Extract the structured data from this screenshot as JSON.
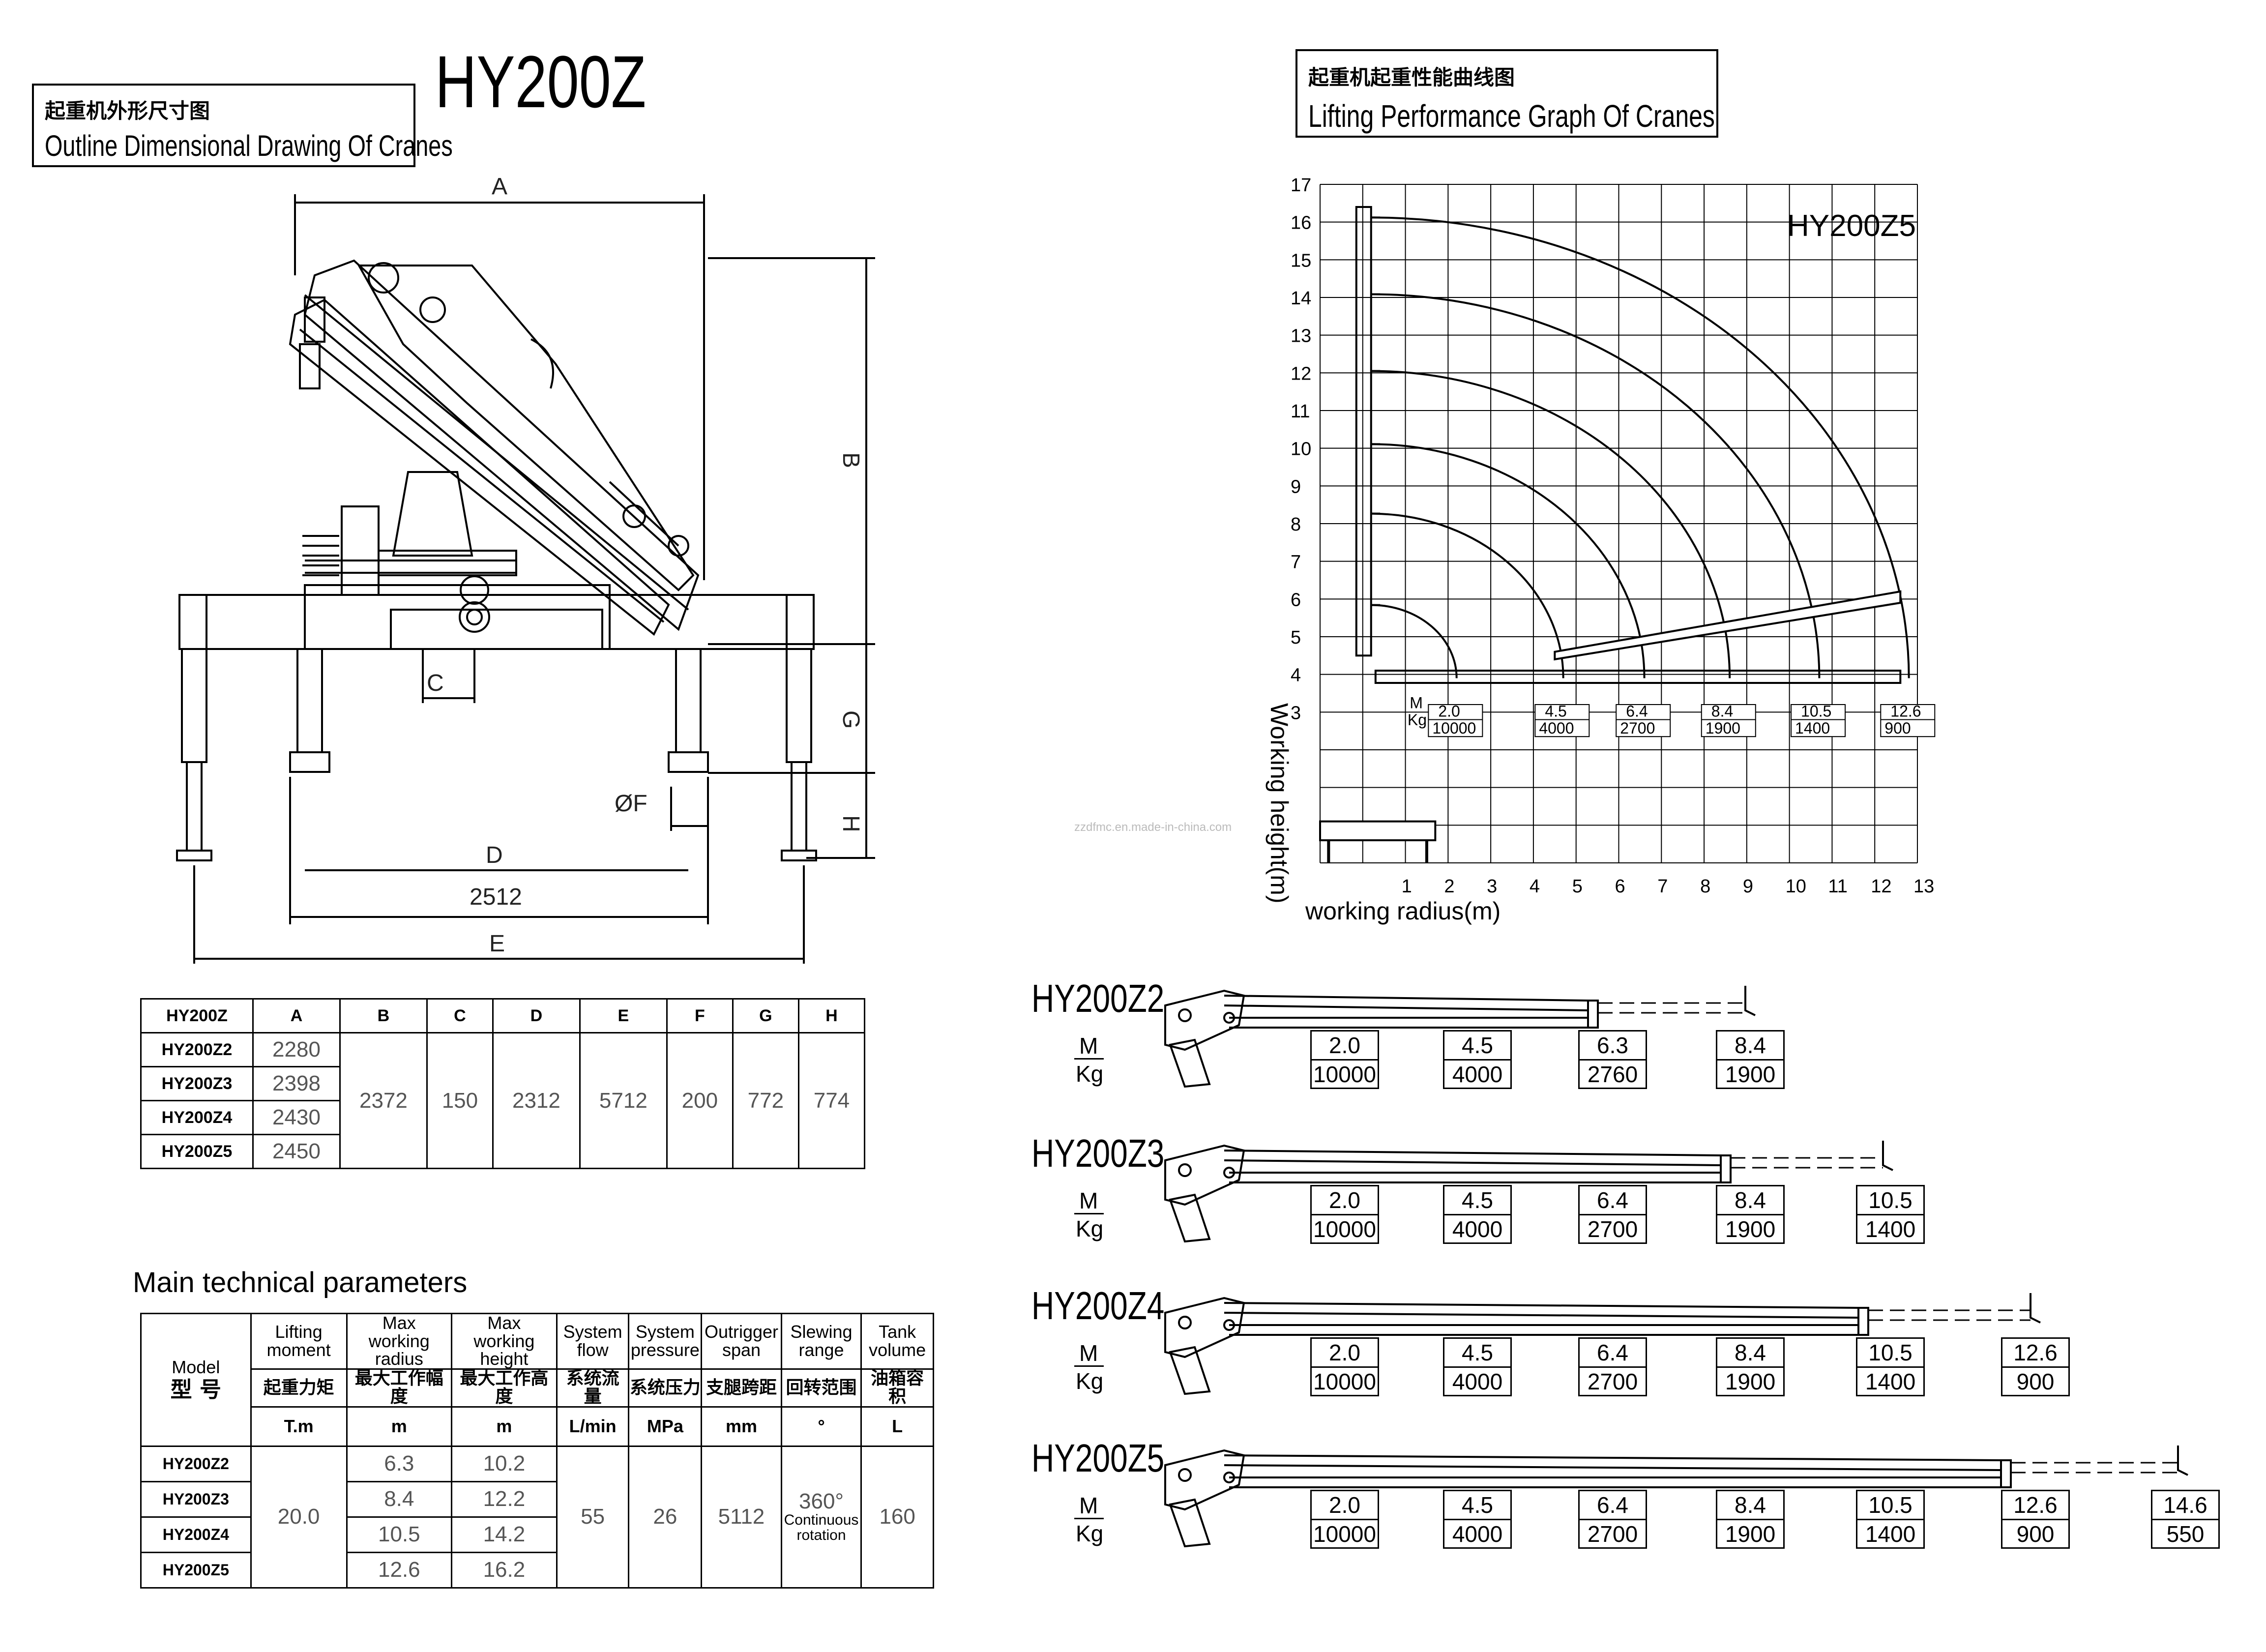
{
  "title": "HY200Z",
  "outline": {
    "label_cn": "起重机外形尺寸图",
    "label_en": "Outline Dimensional Drawing Of Cranes",
    "dims": {
      "A": "A",
      "B": "B",
      "C": "C",
      "D": "D",
      "E": "E",
      "F": "ØF",
      "G": "G",
      "H": "H",
      "span": "2512"
    }
  },
  "perf": {
    "label_cn": "起重机起重性能曲线图",
    "label_en": "Lifting Performance Graph Of Cranes",
    "model": "HY200Z5",
    "ylabel": "Working height(m)",
    "xlabel": "working radius(m)",
    "watermark": "zzdfmc.en.made-in-china.com"
  },
  "chart_data": {
    "type": "line",
    "title": "HY200Z5",
    "xlabel": "working radius(m)",
    "ylabel": "Working height(m)",
    "x_ticks": [
      "1",
      "2",
      "3",
      "4",
      "5",
      "6",
      "7",
      "8",
      "9",
      "10",
      "11",
      "12",
      "13"
    ],
    "y_ticks": [
      "3",
      "4",
      "5",
      "6",
      "7",
      "8",
      "9",
      "10",
      "11",
      "12",
      "13",
      "14",
      "15",
      "16",
      "17"
    ],
    "xlim": [
      -1,
      13
    ],
    "ylim": [
      -1,
      17
    ],
    "grid": true,
    "arc_radii": [
      2.0,
      4.5,
      6.4,
      8.4,
      10.5,
      12.6
    ],
    "capacity": {
      "units": [
        "M",
        "Kg"
      ],
      "radius_m": [
        2.0,
        4.5,
        6.4,
        8.4,
        10.5,
        12.6
      ],
      "load_kg": [
        10000,
        4000,
        2700,
        1900,
        1400,
        900
      ]
    }
  },
  "dim_table": {
    "headers": [
      "HY200Z",
      "A",
      "B",
      "C",
      "D",
      "E",
      "F",
      "G",
      "H"
    ],
    "models": [
      "HY200Z2",
      "HY200Z3",
      "HY200Z4",
      "HY200Z5"
    ],
    "A": [
      "2280",
      "2398",
      "2430",
      "2450"
    ],
    "shared": [
      "2372",
      "150",
      "2312",
      "5712",
      "200",
      "772",
      "774"
    ]
  },
  "params": {
    "title": "Main technical parameters",
    "model_en": "Model",
    "model_cn": "型 号",
    "columns": [
      {
        "en": [
          "Lifting",
          "moment"
        ],
        "cn": "起重力矩",
        "unit": "T.m"
      },
      {
        "en": [
          "Max",
          "working radius"
        ],
        "cn": "最大工作幅度",
        "unit": "m"
      },
      {
        "en": [
          "Max",
          "working height"
        ],
        "cn": "最大工作高度",
        "unit": "m"
      },
      {
        "en": [
          "System",
          "flow"
        ],
        "cn": "系统流量",
        "unit": "L/min"
      },
      {
        "en": [
          "System",
          "pressure"
        ],
        "cn": "系统压力",
        "unit": "MPa"
      },
      {
        "en": [
          "Outrigger",
          "span"
        ],
        "cn": "支腿跨距",
        "unit": "mm"
      },
      {
        "en": [
          "Slewing",
          "range"
        ],
        "cn": "回转范围",
        "unit": "°"
      },
      {
        "en": [
          "Tank",
          "volume"
        ],
        "cn": "油箱容积",
        "unit": "L"
      }
    ],
    "models": [
      "HY200Z2",
      "HY200Z3",
      "HY200Z4",
      "HY200Z5"
    ],
    "max_radius": [
      "6.3",
      "8.4",
      "10.5",
      "12.6"
    ],
    "max_height": [
      "10.2",
      "12.2",
      "14.2",
      "16.2"
    ],
    "lifting_moment": "20.0",
    "flow": "55",
    "pressure": "26",
    "span": "5112",
    "slewing": "360°",
    "slewing_note": [
      "Continuous",
      "rotation"
    ],
    "tank": "160"
  },
  "capacity_rows": [
    {
      "model": "HY200Z2",
      "radius": [
        "2.0",
        "4.5",
        "6.3",
        "8.4"
      ],
      "load": [
        "10000",
        "4000",
        "2760",
        "1900"
      ]
    },
    {
      "model": "HY200Z3",
      "radius": [
        "2.0",
        "4.5",
        "6.4",
        "8.4",
        "10.5"
      ],
      "load": [
        "10000",
        "4000",
        "2700",
        "1900",
        "1400"
      ]
    },
    {
      "model": "HY200Z4",
      "radius": [
        "2.0",
        "4.5",
        "6.4",
        "8.4",
        "10.5",
        "12.6"
      ],
      "load": [
        "10000",
        "4000",
        "2700",
        "1900",
        "1400",
        "900"
      ]
    },
    {
      "model": "HY200Z5",
      "radius": [
        "2.0",
        "4.5",
        "6.4",
        "8.4",
        "10.5",
        "12.6",
        "14.6"
      ],
      "load": [
        "10000",
        "4000",
        "2700",
        "1900",
        "1400",
        "900",
        "550"
      ]
    }
  ],
  "unit_m": "M",
  "unit_kg": "Kg"
}
